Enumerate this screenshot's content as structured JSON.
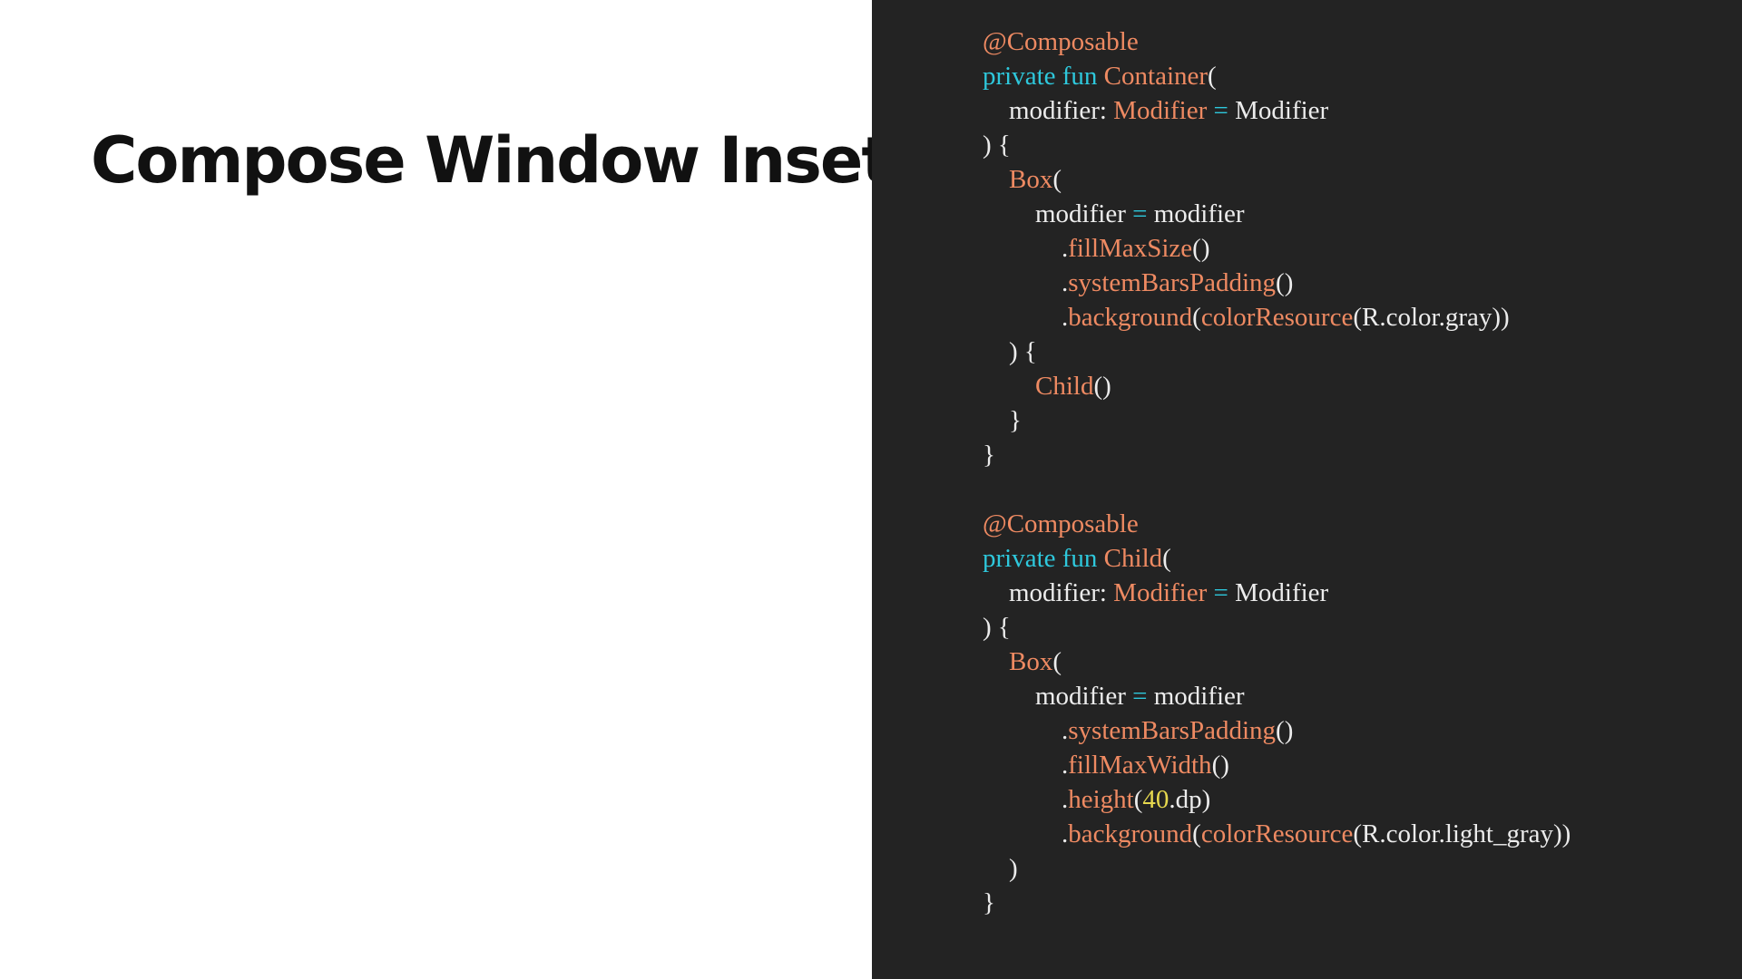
{
  "slide": {
    "title": "Compose Window Inset"
  },
  "colors": {
    "background_left": "#ffffff",
    "background_code": "#232323",
    "text_default": "#ececec",
    "keyword": "#2ec8dc",
    "identifier": "#ee8a62",
    "number": "#e6d84e",
    "title": "#111111"
  },
  "code": {
    "lines": [
      [
        {
          "t": "id",
          "v": "@Composable"
        }
      ],
      [
        {
          "t": "kw",
          "v": "private fun "
        },
        {
          "t": "id",
          "v": "Container"
        },
        {
          "t": "fg",
          "v": "("
        }
      ],
      [
        {
          "t": "fg",
          "v": "    modifier: "
        },
        {
          "t": "id",
          "v": "Modifier"
        },
        {
          "t": "op",
          "v": " = "
        },
        {
          "t": "fg",
          "v": "Modifier"
        }
      ],
      [
        {
          "t": "fg",
          "v": ") {"
        }
      ],
      [
        {
          "t": "fg",
          "v": "    "
        },
        {
          "t": "id",
          "v": "Box"
        },
        {
          "t": "fg",
          "v": "("
        }
      ],
      [
        {
          "t": "fg",
          "v": "        modifier "
        },
        {
          "t": "op",
          "v": "="
        },
        {
          "t": "fg",
          "v": " modifier"
        }
      ],
      [
        {
          "t": "fg",
          "v": "            ."
        },
        {
          "t": "id",
          "v": "fillMaxSize"
        },
        {
          "t": "fg",
          "v": "()"
        }
      ],
      [
        {
          "t": "fg",
          "v": "            ."
        },
        {
          "t": "id",
          "v": "systemBarsPadding"
        },
        {
          "t": "fg",
          "v": "()"
        }
      ],
      [
        {
          "t": "fg",
          "v": "            ."
        },
        {
          "t": "id",
          "v": "background"
        },
        {
          "t": "fg",
          "v": "("
        },
        {
          "t": "id",
          "v": "colorResource"
        },
        {
          "t": "fg",
          "v": "(R.color.gray))"
        }
      ],
      [
        {
          "t": "fg",
          "v": "    ) {"
        }
      ],
      [
        {
          "t": "fg",
          "v": "        "
        },
        {
          "t": "id",
          "v": "Child"
        },
        {
          "t": "fg",
          "v": "()"
        }
      ],
      [
        {
          "t": "fg",
          "v": "    }"
        }
      ],
      [
        {
          "t": "fg",
          "v": "}"
        }
      ],
      [],
      [
        {
          "t": "id",
          "v": "@Composable"
        }
      ],
      [
        {
          "t": "kw",
          "v": "private fun "
        },
        {
          "t": "id",
          "v": "Child"
        },
        {
          "t": "fg",
          "v": "("
        }
      ],
      [
        {
          "t": "fg",
          "v": "    modifier: "
        },
        {
          "t": "id",
          "v": "Modifier"
        },
        {
          "t": "op",
          "v": " = "
        },
        {
          "t": "fg",
          "v": "Modifier"
        }
      ],
      [
        {
          "t": "fg",
          "v": ") {"
        }
      ],
      [
        {
          "t": "fg",
          "v": "    "
        },
        {
          "t": "id",
          "v": "Box"
        },
        {
          "t": "fg",
          "v": "("
        }
      ],
      [
        {
          "t": "fg",
          "v": "        modifier "
        },
        {
          "t": "op",
          "v": "="
        },
        {
          "t": "fg",
          "v": " modifier"
        }
      ],
      [
        {
          "t": "fg",
          "v": "            ."
        },
        {
          "t": "id",
          "v": "systemBarsPadding"
        },
        {
          "t": "fg",
          "v": "()"
        }
      ],
      [
        {
          "t": "fg",
          "v": "            ."
        },
        {
          "t": "id",
          "v": "fillMaxWidth"
        },
        {
          "t": "fg",
          "v": "()"
        }
      ],
      [
        {
          "t": "fg",
          "v": "            ."
        },
        {
          "t": "id",
          "v": "height"
        },
        {
          "t": "fg",
          "v": "("
        },
        {
          "t": "num",
          "v": "40"
        },
        {
          "t": "fg",
          "v": ".dp)"
        }
      ],
      [
        {
          "t": "fg",
          "v": "            ."
        },
        {
          "t": "id",
          "v": "background"
        },
        {
          "t": "fg",
          "v": "("
        },
        {
          "t": "id",
          "v": "colorResource"
        },
        {
          "t": "fg",
          "v": "(R.color.light_gray))"
        }
      ],
      [
        {
          "t": "fg",
          "v": "    )"
        }
      ],
      [
        {
          "t": "fg",
          "v": "}"
        }
      ]
    ]
  }
}
